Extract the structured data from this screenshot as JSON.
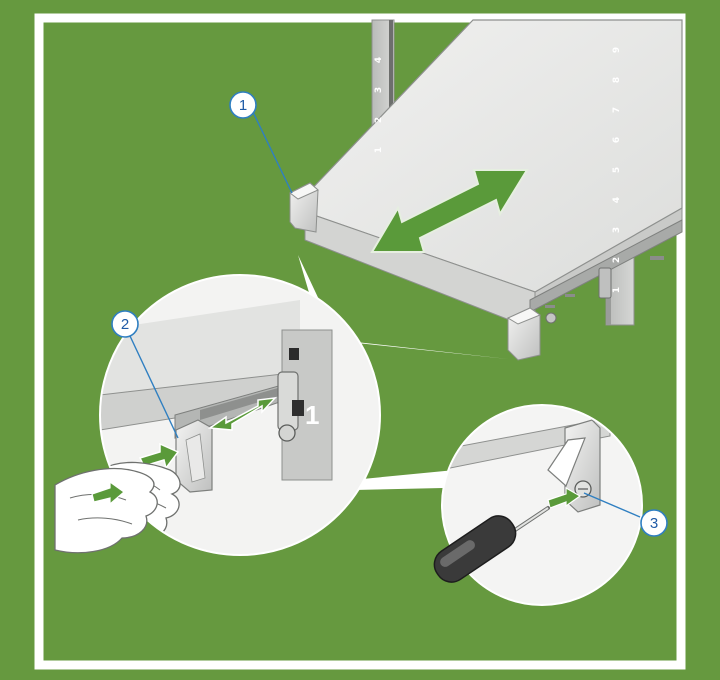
{
  "colors": {
    "background": "#66993f",
    "frame": "#ffffff",
    "callout_ring": "#2f7fc1",
    "arrow_green": "#5a9a3a",
    "panel": "#e6e7e6"
  },
  "callouts": [
    {
      "label": "1"
    },
    {
      "label": "2"
    },
    {
      "label": "3"
    }
  ],
  "rack_rail_units": [
    "1",
    "2",
    "3",
    "4",
    "5",
    "6",
    "7",
    "8",
    "9"
  ],
  "left_rail_units": [
    "1",
    "2",
    "3",
    "4"
  ],
  "rail_marker_label": "1"
}
